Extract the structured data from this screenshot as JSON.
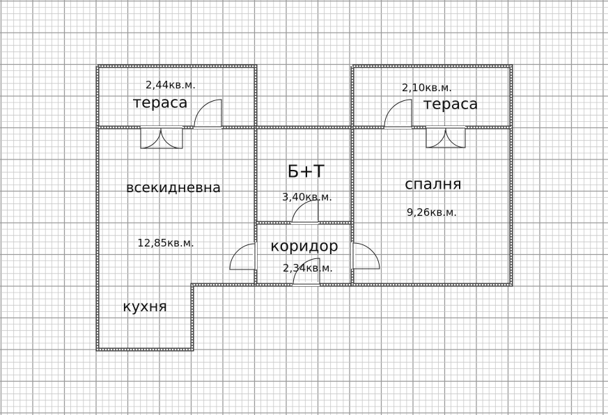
{
  "colors": {
    "grid_minor": "#c8c8c8",
    "grid_major": "#9a9a9a",
    "wall": "#222222"
  },
  "rooms": {
    "terrace_left": {
      "name": "тераса",
      "area": "2,44кв.м."
    },
    "terrace_right": {
      "name": "тераса",
      "area": "2,10кв.м."
    },
    "living": {
      "name": "всекидневна",
      "area": "12,85кв.м."
    },
    "kitchen": {
      "name": "кухня"
    },
    "bath": {
      "name": "Б+Т",
      "area": "3,40кв.м."
    },
    "corridor": {
      "name": "коридор",
      "area": "2,34кв.м."
    },
    "bedroom": {
      "name": "спалня",
      "area": "9,26кв.м."
    }
  }
}
